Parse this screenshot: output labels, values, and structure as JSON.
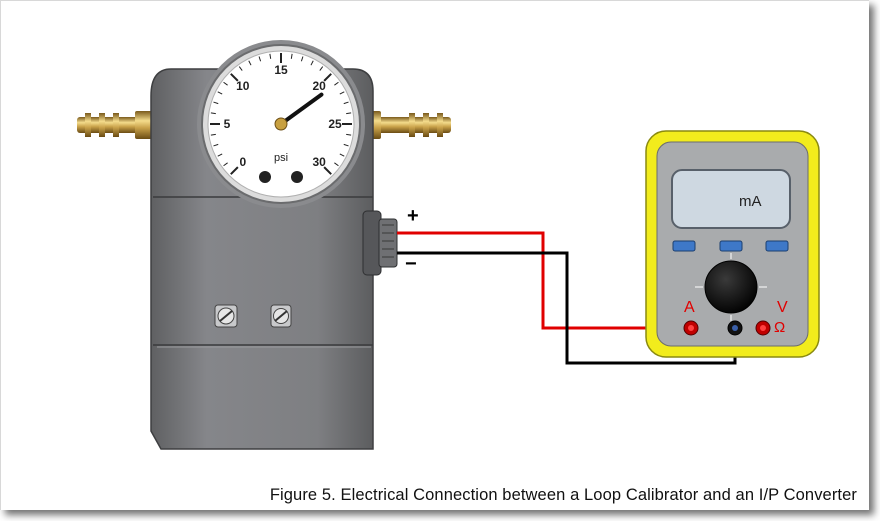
{
  "figure": {
    "caption": "Figure 5. Electrical Connection between a Loop Calibrator  and an I/P  Converter"
  },
  "converter": {
    "terminal_plus": "+",
    "terminal_minus": "−",
    "gauge": {
      "scale_labels": [
        "0",
        "5",
        "10",
        "15",
        "20",
        "25",
        "30"
      ],
      "unit": "psi",
      "reading": 21
    }
  },
  "multimeter": {
    "display_unit": "mA",
    "jack_current_label": "A",
    "jack_voltage_label": "V",
    "jack_ohm_label": "Ω"
  },
  "colors": {
    "positive_wire": "#e00000",
    "negative_wire": "#000000",
    "meter_case": "#f2ec1c",
    "meter_body": "#a9abad",
    "converter_body": "#7b7c7e"
  },
  "icons": [
    "pressure-gauge-icon",
    "barb-fitting-icon",
    "adjust-screw-icon",
    "rotary-dial-icon"
  ]
}
